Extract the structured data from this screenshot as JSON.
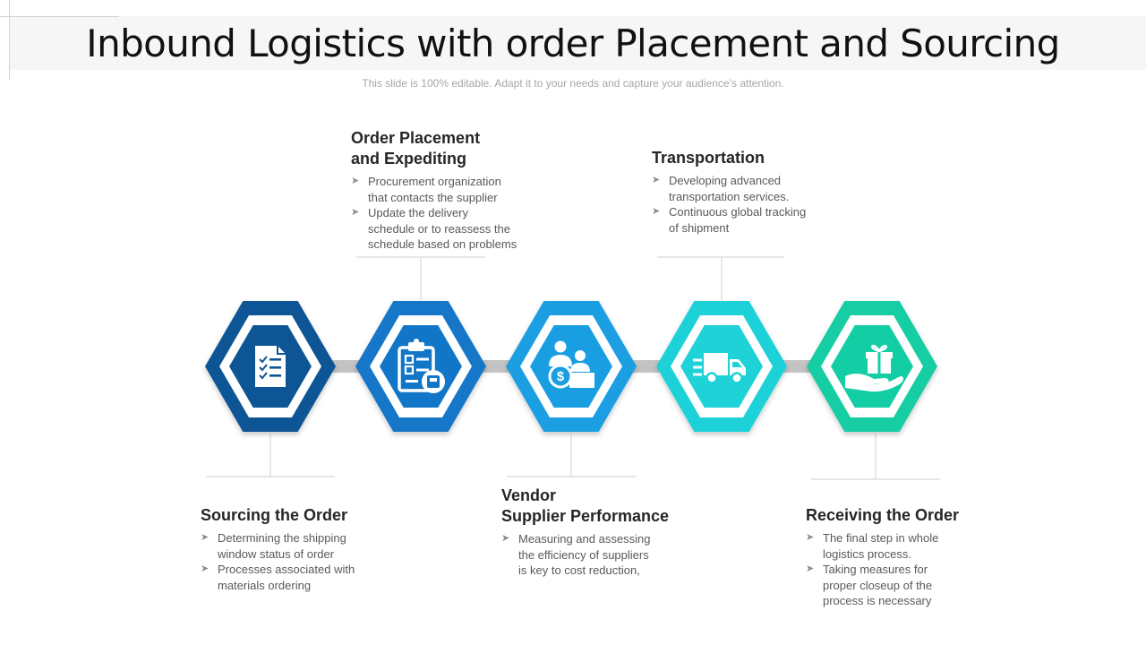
{
  "header": {
    "title": "Inbound Logistics with order Placement and Sourcing",
    "subtitle": "This slide is 100% editable. Adapt it to your needs and capture your audience’s attention."
  },
  "steps": [
    {
      "id": "sourcing",
      "color": "#0d5594",
      "icon": "document-checklist-icon",
      "title_lines": [
        "Sourcing the Order"
      ],
      "bullets": [
        [
          "Determining the shipping",
          "window status of order"
        ],
        [
          "Processes associated with",
          "materials ordering"
        ]
      ]
    },
    {
      "id": "order-placement",
      "color": "#1276c8",
      "icon": "clipboard-checklist-icon",
      "title_lines": [
        "Order Placement",
        "and Expediting"
      ],
      "bullets": [
        [
          "Procurement organization",
          "that contacts the supplier"
        ],
        [
          "Update the delivery",
          "schedule or to reassess the",
          "schedule based on problems"
        ]
      ]
    },
    {
      "id": "vendor",
      "color": "#1a9ee2",
      "icon": "suppliers-money-icon",
      "title_lines": [
        "Vendor",
        "Supplier Performance"
      ],
      "bullets": [
        [
          "Measuring and assessing",
          "the efficiency of suppliers",
          "is key to cost reduction,"
        ]
      ]
    },
    {
      "id": "transportation",
      "color": "#1fd2d8",
      "icon": "delivery-truck-icon",
      "title_lines": [
        "Transportation"
      ],
      "bullets": [
        [
          "Developing advanced",
          "transportation services."
        ],
        [
          "Continuous global tracking",
          "of shipment"
        ]
      ]
    },
    {
      "id": "receiving",
      "color": "#13cda4",
      "icon": "gift-hand-icon",
      "title_lines": [
        "Receiving the Order"
      ],
      "bullets": [
        [
          "The final step in whole",
          "logistics process."
        ],
        [
          "Taking measures for",
          "proper closeup of the",
          "process is necessary"
        ]
      ]
    }
  ]
}
